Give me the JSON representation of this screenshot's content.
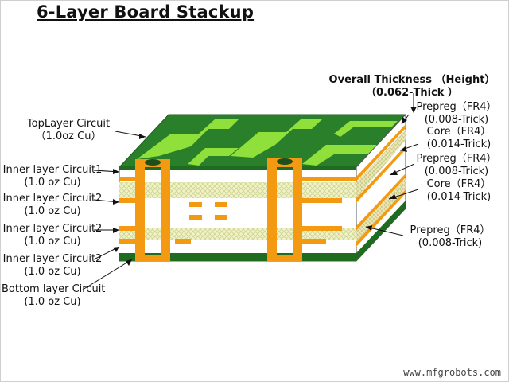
{
  "title": "6-Layer Board Stackup",
  "overall": {
    "line1": "Overall Thickness （Height）",
    "line2": "（0.062-Thick ）"
  },
  "left_labels": [
    {
      "line1": "TopLayer Circuit",
      "line2": "（1.0oz Cu）"
    },
    {
      "line1": "Inner layer Circuit1",
      "line2": "(1.0 oz Cu)"
    },
    {
      "line1": "Inner layer Circuit2",
      "line2": "(1.0 oz Cu)"
    },
    {
      "line1": "Inner layer Circuit2",
      "line2": "(1.0 oz Cu)"
    },
    {
      "line1": "Inner layer Circuit2",
      "line2": "(1.0 oz Cu)"
    },
    {
      "line1": "Bottom layer Circuit",
      "line2": "(1.0 oz Cu)"
    }
  ],
  "right_labels": [
    {
      "line1": "Prepreg（FR4）",
      "line2": "(0.008-Trick)"
    },
    {
      "line1": "Core（FR4）",
      "line2": "(0.014-Trick)"
    },
    {
      "line1": "Prepreg（FR4）",
      "line2": "(0.008-Trick)"
    },
    {
      "line1": "Core（FR4）",
      "line2": "(0.014-Trick)"
    },
    {
      "line1": "Prepreg（FR4）",
      "line2": "(0.008-Trick)"
    }
  ],
  "watermark": "www.mfgrobots.com",
  "colors": {
    "copper": "#f39a12",
    "solder_mask": "#2e8b2e",
    "trace": "#7ddc2a",
    "prepreg": "#f1efc6",
    "laminate": "#ffffff"
  }
}
